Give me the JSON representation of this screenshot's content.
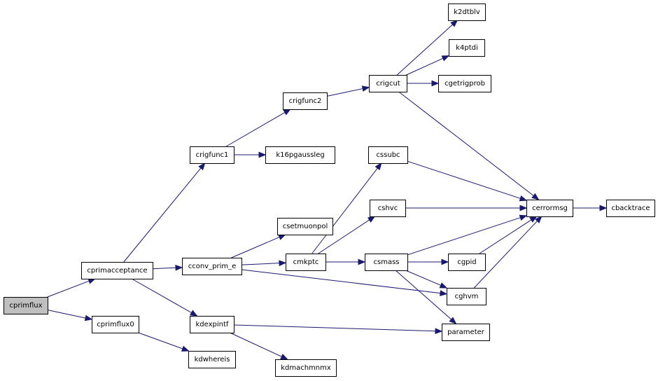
{
  "nodes": [
    {
      "id": "cprimflux",
      "label": "cprimflux",
      "root": true
    },
    {
      "id": "cprimacceptance",
      "label": "cprimacceptance"
    },
    {
      "id": "cprimflux0",
      "label": "cprimflux0"
    },
    {
      "id": "crigfunc1",
      "label": "crigfunc1"
    },
    {
      "id": "cconv_prim_e",
      "label": "cconv_prim_e"
    },
    {
      "id": "kdexpintf",
      "label": "kdexpintf"
    },
    {
      "id": "kdwhereis",
      "label": "kdwhereis"
    },
    {
      "id": "crigfunc2",
      "label": "crigfunc2"
    },
    {
      "id": "k16pgaussleg",
      "label": "k16pgaussleg"
    },
    {
      "id": "csetmuonpol",
      "label": "csetmuonpol"
    },
    {
      "id": "cmkptc",
      "label": "cmkptc"
    },
    {
      "id": "kdmachmnmx",
      "label": "kdmachmnmx"
    },
    {
      "id": "crigcut",
      "label": "crigcut"
    },
    {
      "id": "cssubc",
      "label": "cssubc"
    },
    {
      "id": "cshvc",
      "label": "cshvc"
    },
    {
      "id": "csmass",
      "label": "csmass"
    },
    {
      "id": "k2dtblv",
      "label": "k2dtblv"
    },
    {
      "id": "k4ptdi",
      "label": "k4ptdi"
    },
    {
      "id": "cgetrigprob",
      "label": "cgetrigprob"
    },
    {
      "id": "cgpid",
      "label": "cgpid"
    },
    {
      "id": "cghvm",
      "label": "cghvm"
    },
    {
      "id": "parameter",
      "label": "parameter"
    },
    {
      "id": "cerrormsg",
      "label": "cerrormsg"
    },
    {
      "id": "cbacktrace",
      "label": "cbacktrace"
    }
  ],
  "edges": [
    {
      "from": "cprimflux",
      "to": "cprimacceptance"
    },
    {
      "from": "cprimflux",
      "to": "cprimflux0"
    },
    {
      "from": "cprimacceptance",
      "to": "crigfunc1"
    },
    {
      "from": "cprimacceptance",
      "to": "cconv_prim_e"
    },
    {
      "from": "cprimacceptance",
      "to": "kdexpintf"
    },
    {
      "from": "cprimflux0",
      "to": "kdwhereis"
    },
    {
      "from": "crigfunc1",
      "to": "crigfunc2"
    },
    {
      "from": "crigfunc1",
      "to": "k16pgaussleg"
    },
    {
      "from": "crigfunc2",
      "to": "crigcut"
    },
    {
      "from": "crigcut",
      "to": "k2dtblv"
    },
    {
      "from": "crigcut",
      "to": "k4ptdi"
    },
    {
      "from": "crigcut",
      "to": "cgetrigprob"
    },
    {
      "from": "crigcut",
      "to": "cerrormsg"
    },
    {
      "from": "cconv_prim_e",
      "to": "csetmuonpol"
    },
    {
      "from": "cconv_prim_e",
      "to": "cmkptc"
    },
    {
      "from": "cconv_prim_e",
      "to": "cghvm"
    },
    {
      "from": "cmkptc",
      "to": "cssubc"
    },
    {
      "from": "cmkptc",
      "to": "cshvc"
    },
    {
      "from": "cmkptc",
      "to": "csmass"
    },
    {
      "from": "cssubc",
      "to": "cerrormsg"
    },
    {
      "from": "cshvc",
      "to": "cerrormsg"
    },
    {
      "from": "csmass",
      "to": "cerrormsg"
    },
    {
      "from": "csmass",
      "to": "cgpid"
    },
    {
      "from": "csmass",
      "to": "cghvm"
    },
    {
      "from": "csmass",
      "to": "parameter"
    },
    {
      "from": "cgpid",
      "to": "cerrormsg"
    },
    {
      "from": "cghvm",
      "to": "cerrormsg"
    },
    {
      "from": "kdexpintf",
      "to": "parameter"
    },
    {
      "from": "kdexpintf",
      "to": "kdmachmnmx"
    },
    {
      "from": "cerrormsg",
      "to": "cbacktrace"
    }
  ],
  "colors": {
    "edge": "#191970",
    "node_border": "#000000",
    "node_fill": "#ffffff",
    "root_fill": "#bfbfbf"
  }
}
